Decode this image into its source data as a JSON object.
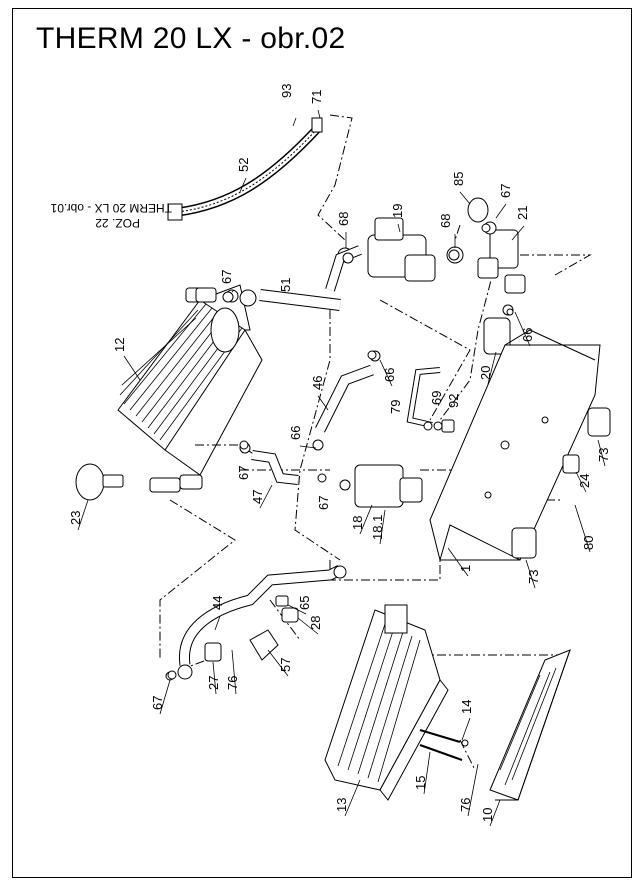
{
  "title": "THERM 20 LX - obr.02",
  "refs": [
    "POZ. 22",
    "THERM 20 LX - obr.01"
  ],
  "parts": [
    "93",
    "71",
    "52",
    "85",
    "67",
    "68",
    "19",
    "68",
    "21",
    "67",
    "51",
    "12",
    "66",
    "66",
    "20",
    "46",
    "69",
    "92",
    "79",
    "73",
    "66",
    "67",
    "47",
    "67",
    "18",
    "18.1",
    "24",
    "23",
    "1",
    "80",
    "73",
    "44",
    "65",
    "28",
    "57",
    "67",
    "27",
    "76",
    "14",
    "13",
    "15",
    "76",
    "10"
  ]
}
